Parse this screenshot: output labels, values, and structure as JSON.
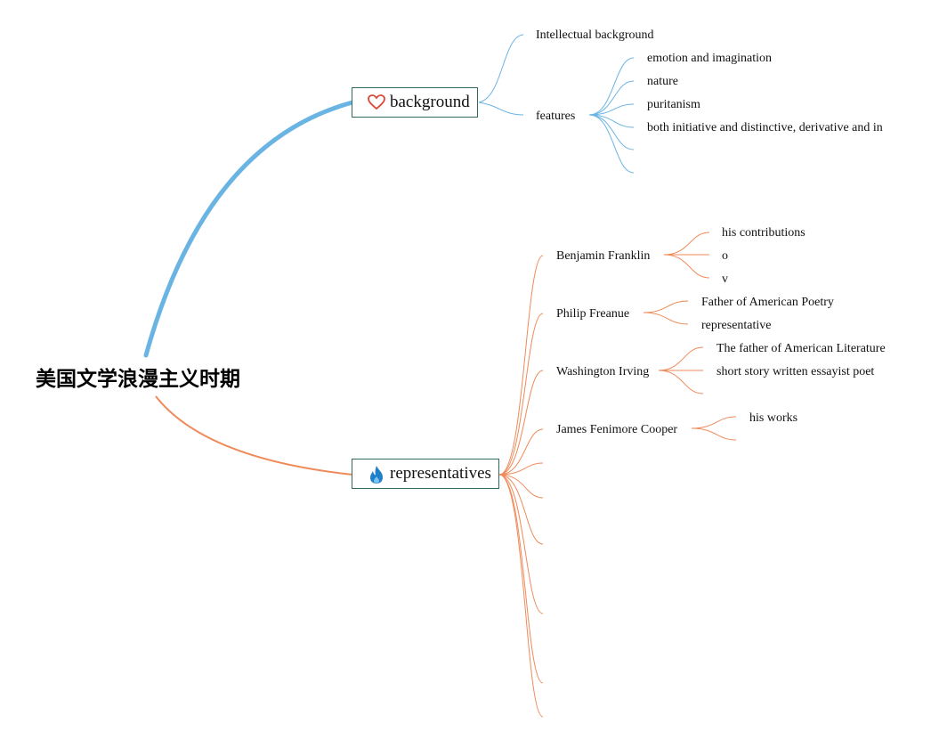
{
  "root": {
    "label": "美国文学浪漫主义时期"
  },
  "colors": {
    "background_branch": "#6ab4e4",
    "representatives_branch": "#ef8a5a",
    "topic_border": "#2e6b5e",
    "heart": "#d9493a",
    "flame": "#1f7fc9"
  },
  "background": {
    "label": "background",
    "icon": "heart-icon",
    "intellectual": "Intellectual background",
    "features": {
      "label": "features",
      "items": [
        "emotion and imagination",
        "nature",
        "puritanism",
        "both initiative and distinctive, derivative and in",
        "",
        ""
      ]
    }
  },
  "representatives": {
    "label": "representatives",
    "icon": "flame-icon",
    "people": [
      {
        "name": "Benjamin Franklin",
        "items": [
          "his contributions",
          "o",
          "v"
        ]
      },
      {
        "name": "Philip Freanue",
        "items": [
          "Father of American Poetry",
          "representative"
        ]
      },
      {
        "name": "Washington Irving",
        "items": [
          "The father of American Literature",
          "short story written essayist poet",
          ""
        ]
      },
      {
        "name": "James Fenimore Cooper",
        "items": [
          "his works",
          ""
        ]
      },
      {
        "name": "",
        "items": []
      },
      {
        "name": "",
        "items": []
      },
      {
        "name": "",
        "items": []
      },
      {
        "name": "",
        "items": []
      },
      {
        "name": "",
        "items": []
      },
      {
        "name": "",
        "items": []
      }
    ]
  }
}
